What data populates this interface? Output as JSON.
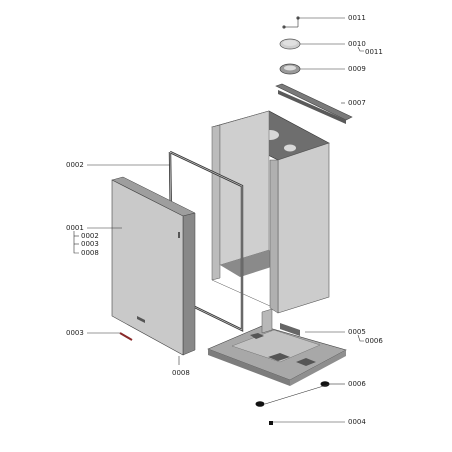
{
  "labels": {
    "p0011_top": "0011",
    "p0010": "0010",
    "p0011_sub": "0011",
    "p0009": "0009",
    "p0007": "0007",
    "p0002_main": "0002",
    "p0001": "0001",
    "p0002_sub": "0002",
    "p0003_sub": "0003",
    "p0008_sub": "0008",
    "p0003_main": "0003",
    "p0008_main": "0008",
    "p0005": "0005",
    "p0006_sub": "0006",
    "p0006_main": "0006",
    "p0004": "0004"
  },
  "colors": {
    "panel_front": "#c9c9c9",
    "panel_side": "#b3b3b3",
    "panel_dark": "#6e6e6e",
    "tray": "#a8a8a8",
    "line": "#333333"
  }
}
